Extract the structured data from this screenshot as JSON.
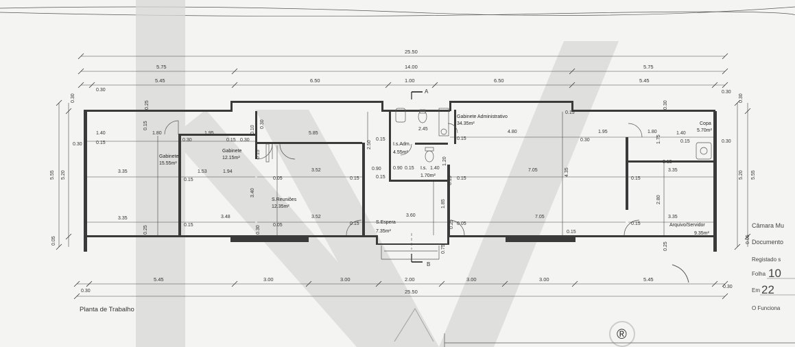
{
  "drawing": {
    "title": "Planta de Trabalho",
    "section_marks": [
      "A",
      "B"
    ],
    "top_dims": {
      "row1": [
        "25.50"
      ],
      "row2": [
        "5.75",
        "14.00",
        "5.75"
      ],
      "row3": [
        "5.45",
        "6.50",
        "1.00",
        "6.50",
        "5.45"
      ],
      "edge": [
        "0.30",
        "0.30",
        "0.30",
        "0.30"
      ]
    },
    "bottom_dims": {
      "row1": [
        "5.45",
        "3.00",
        "3.00",
        "2.00",
        "3.00",
        "3.00",
        "5.45"
      ],
      "row2": [
        "25.50"
      ],
      "edge": [
        "0.30",
        "0.30"
      ]
    },
    "side_dims": {
      "left_outer": "5.55",
      "left_inner": "5.20",
      "right_outer": "5.55",
      "right_inner": "5.20",
      "left_edges": [
        "0.30",
        "0.05"
      ],
      "right_edges": [
        "0.30",
        "0.05"
      ]
    },
    "rooms": {
      "gab1_name": "Gabinete",
      "gab1_area": "15.55m²",
      "gab2_name": "Gabinete",
      "gab2_area": "12.15m²",
      "reun_name": "S.Reuniões",
      "reun_area": "12.35m²",
      "isadm_name": "I.s.Adm.",
      "isadm_area": "4.55m²",
      "is_name": "I.s.",
      "is_area": "1.70m²",
      "espera_name": "S.Espera",
      "espera_area": "7.35m²",
      "gadm_name": "Gabinete Administrativo",
      "gadm_area": "34.35m²",
      "copa_name": "Copa",
      "copa_area": "5.70m²",
      "arq_name": "Arquivo/Servidor",
      "arq_area": "9.35m²"
    },
    "inner_dims": [
      "1.40",
      "0.15",
      "1.80",
      "1.95",
      "0.30",
      "5.85",
      "0.30",
      "0.15",
      "0.30",
      "0.15",
      "0.25",
      "3.35",
      "1.53",
      "1.94",
      "0.15",
      "0.15",
      "3.52",
      "0.15",
      "3.40",
      "0.05",
      "3.35",
      "3.48",
      "0.15",
      "0.05",
      "3.52",
      "0.15",
      "0.25",
      "0.30",
      "0.10",
      "2.50",
      "0.15",
      "0.90",
      "0.90",
      "0.15",
      "1.40",
      "1.20",
      "0.15",
      "2.45",
      "0.15",
      "0.15",
      "3.60",
      "0.15",
      "1.85",
      "0.75",
      "0.05",
      "0.25",
      "4.80",
      "0.15",
      "0.30",
      "1.95",
      "1.80",
      "1.40",
      "1.75",
      "0.15",
      "0.30",
      "7.05",
      "4.35",
      "3.35",
      "0.15",
      "2.80",
      "7.05",
      "3.35",
      "0.15",
      "0.15",
      "0.25",
      "0.15"
    ]
  },
  "stamp": {
    "line1": "Câmara Mu",
    "line2": "Documento",
    "line3": "Registado s",
    "line4": "Folha",
    "line4_hand": "10",
    "line5": "Em",
    "line5_hand": "22",
    "line6": "O Funciona"
  },
  "watermark": {
    "registered_mark": "®"
  }
}
